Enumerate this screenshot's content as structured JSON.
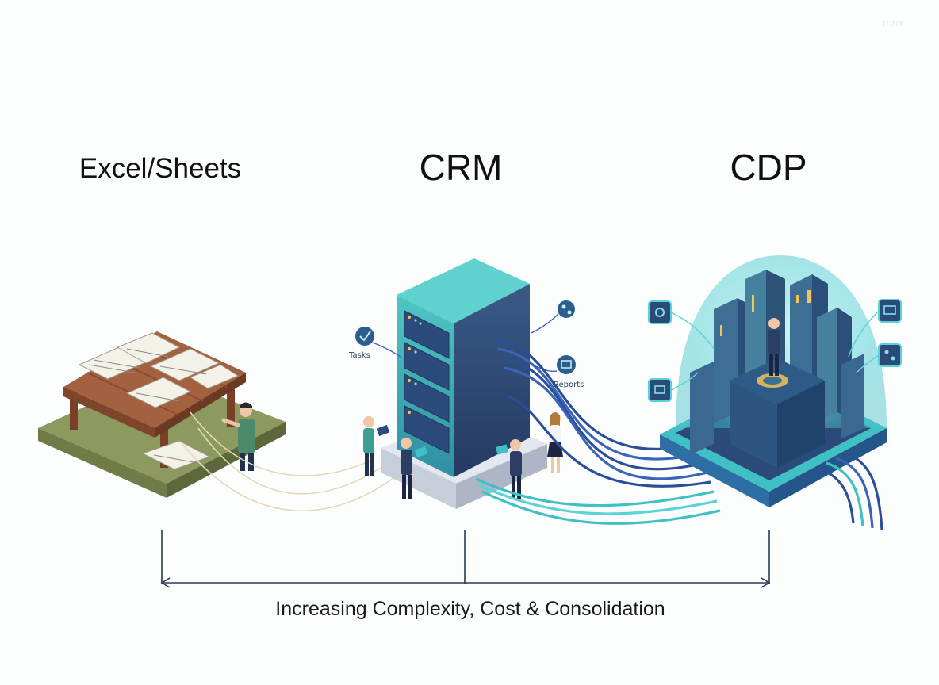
{
  "stages": [
    {
      "label": "Excel/Sheets"
    },
    {
      "label": "CRM"
    },
    {
      "label": "CDP"
    }
  ],
  "crm_callouts": [
    "Tasks",
    "Reports"
  ],
  "axis_caption": "Increasing Complexity, Cost & Consolidation",
  "watermark": "mnx",
  "colors": {
    "teal": "#3fc0c4",
    "navy": "#2a3f6c",
    "blue": "#3b64b8",
    "wood": "#9a5a3c",
    "grass": "#8c9a5e",
    "glow": "#7fe3e6"
  }
}
